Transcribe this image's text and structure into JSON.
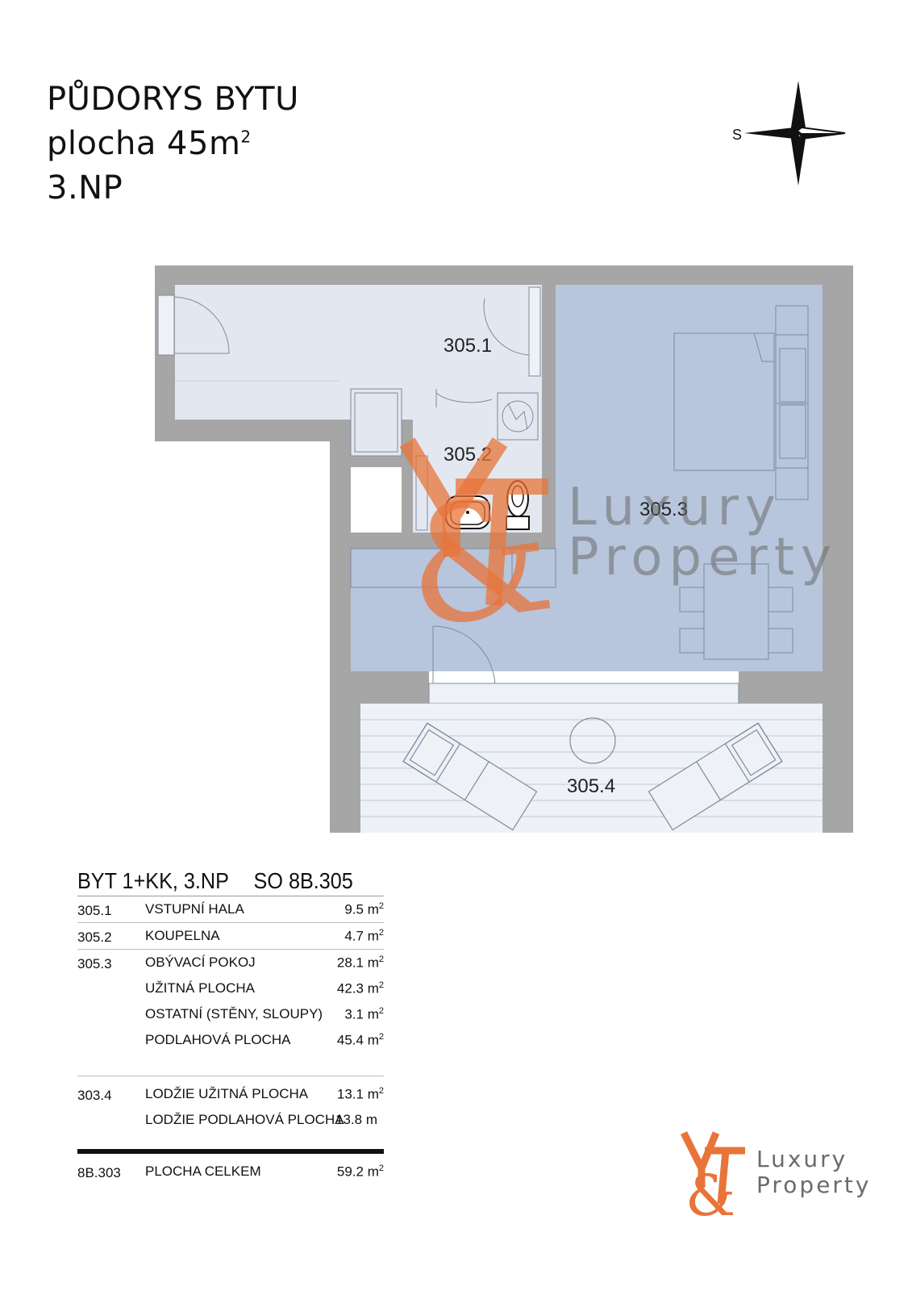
{
  "header": {
    "line1": "PŮDORYS BYTU",
    "line2_prefix": "plocha 45m",
    "line2_sup": "2",
    "line3": "3.NP"
  },
  "compass": {
    "label": "S"
  },
  "rooms": {
    "r1": "305.1",
    "r2": "305.2",
    "r3": "305.3",
    "r4": "305.4"
  },
  "watermark": {
    "brand_line1": "Luxury",
    "brand_line2": "Property"
  },
  "table": {
    "title_left": "BYT 1+KK, 3.NP",
    "title_right": "SO 8B.305",
    "unit_sup": "2",
    "rows": [
      {
        "code": "305.1",
        "label": "VSTUPNÍ HALA",
        "value": "9.5 m"
      },
      {
        "code": "305.2",
        "label": "KOUPELNA",
        "value": "4.7 m"
      },
      {
        "code": "305.3",
        "label": "OBÝVACÍ POKOJ",
        "value": "28.1 m"
      },
      {
        "code": "",
        "label": "UŽITNÁ PLOCHA",
        "value": "42.3 m"
      },
      {
        "code": "",
        "label": "OSTATNÍ (STĚNY, SLOUPY)",
        "value": "3.1 m"
      },
      {
        "code": "",
        "label": "PODLAHOVÁ PLOCHA",
        "value": "45.4 m"
      },
      {
        "code": "303.4",
        "label": "LODŽIE UŽITNÁ PLOCHA",
        "value": "13.1 m"
      },
      {
        "code": "",
        "label": "LODŽIE PODLAHOVÁ PLOCHA",
        "value": "13.8 m"
      },
      {
        "code": "8B.303",
        "label": "PLOCHA CELKEM",
        "value": "59.2 m"
      }
    ]
  },
  "logo": {
    "line1": "Luxury",
    "line2": "Property"
  },
  "colors": {
    "wall": "#a6a6a6",
    "hall_floor": "#e3e8f0",
    "living_floor": "#b7c6dc",
    "furniture_stroke": "#7d8aa0",
    "brand_orange": "#e8743a",
    "brand_grey": "#6b6b6b"
  }
}
